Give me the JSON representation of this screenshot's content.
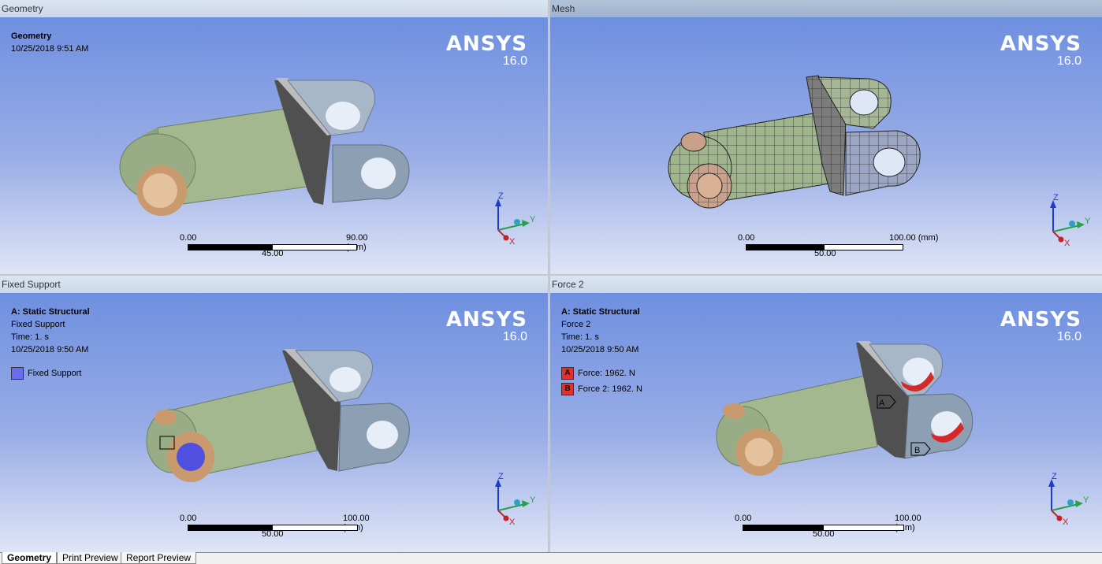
{
  "brand": {
    "name": "ANSYS",
    "version": "16.0"
  },
  "panes": {
    "geometry": {
      "title": "Geometry",
      "info": [
        "Geometry",
        "10/25/2018 9:51 AM"
      ],
      "scale": {
        "start": "0.00",
        "end": "90.00 (mm)",
        "mid": "45.00"
      }
    },
    "mesh": {
      "title": "Mesh",
      "scale": {
        "start": "0.00",
        "end": "100.00 (mm)",
        "mid": "50.00"
      }
    },
    "fixed_support": {
      "title": "Fixed Support",
      "info": [
        "A: Static Structural",
        "Fixed Support",
        "Time: 1. s",
        "10/25/2018 9:50 AM"
      ],
      "legend": [
        {
          "label": "Fixed Support",
          "color": "#6b6bf0"
        }
      ],
      "scale": {
        "start": "0.00",
        "end": "100.00 (mm)",
        "mid": "50.00"
      }
    },
    "force2": {
      "title": "Force 2",
      "info": [
        "A: Static Structural",
        "Force 2",
        "Time: 1. s",
        "10/25/2018 9:50 AM"
      ],
      "legend": [
        {
          "marker": "A",
          "label": "Force: 1962. N",
          "color": "#e03030"
        },
        {
          "marker": "B",
          "label": "Force 2: 1962. N",
          "color": "#e03030"
        }
      ],
      "scale": {
        "start": "0.00",
        "end": "100.00 (mm)",
        "mid": "50.00"
      },
      "callouts": [
        "A",
        "B"
      ]
    }
  },
  "triad": {
    "z": "Z",
    "y": "Y",
    "x": "X"
  },
  "tabs": [
    "Geometry",
    "Print Preview",
    "Report Preview"
  ],
  "colors": {
    "body_green": "#a4b890",
    "body_dark": "#4a4a4a",
    "lug_steel": "#8d9fb3",
    "bushing": "#d8a77a",
    "force_red": "#e03030",
    "support_blue": "#5050e0"
  }
}
